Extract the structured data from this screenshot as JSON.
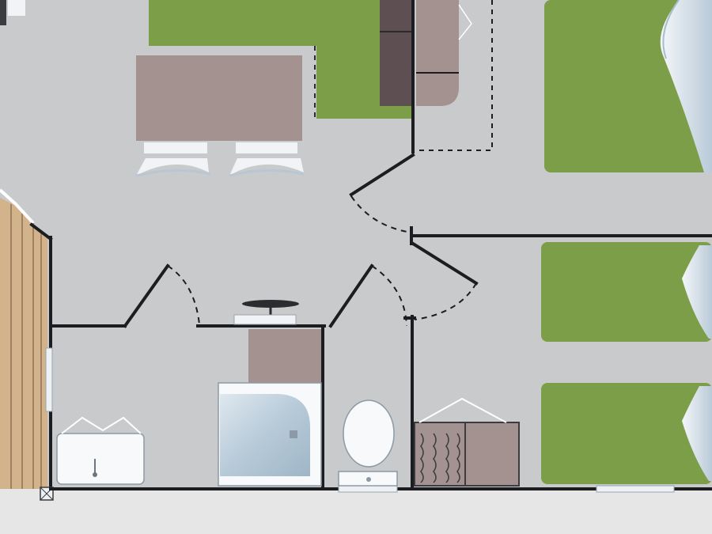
{
  "plan": {
    "colors": {
      "page": "#e6e6e6",
      "floor": "#c8cacb",
      "wall": "#1b1d21",
      "door_swing": "#2a2c30",
      "bed": "#7c9e49",
      "pillow": "#e3ebf1",
      "pillow_shadow": "#a9bccb",
      "table": "#a3928f",
      "cabinet": "#a3928f",
      "cabinet_dark": "#5d4f52",
      "chair": "#f1f3f6",
      "chair_edge": "#b9c6d4",
      "wood": "#d3b38b",
      "wood_line": "#8f7353",
      "fixture": "#f7f9fb",
      "fixture_edge": "#8d99a6",
      "shower_glass": "#b5cbda"
    },
    "rooms": [
      "living-area",
      "bedroom-top",
      "bedroom-bottom",
      "bathroom",
      "toilet",
      "storage"
    ],
    "furniture": [
      "dining-table",
      "chair",
      "chair",
      "double-bed",
      "single-bed",
      "single-bed",
      "sofa",
      "wardrobe",
      "shower",
      "washbasin",
      "toilet",
      "sink",
      "terrace-deck"
    ]
  }
}
